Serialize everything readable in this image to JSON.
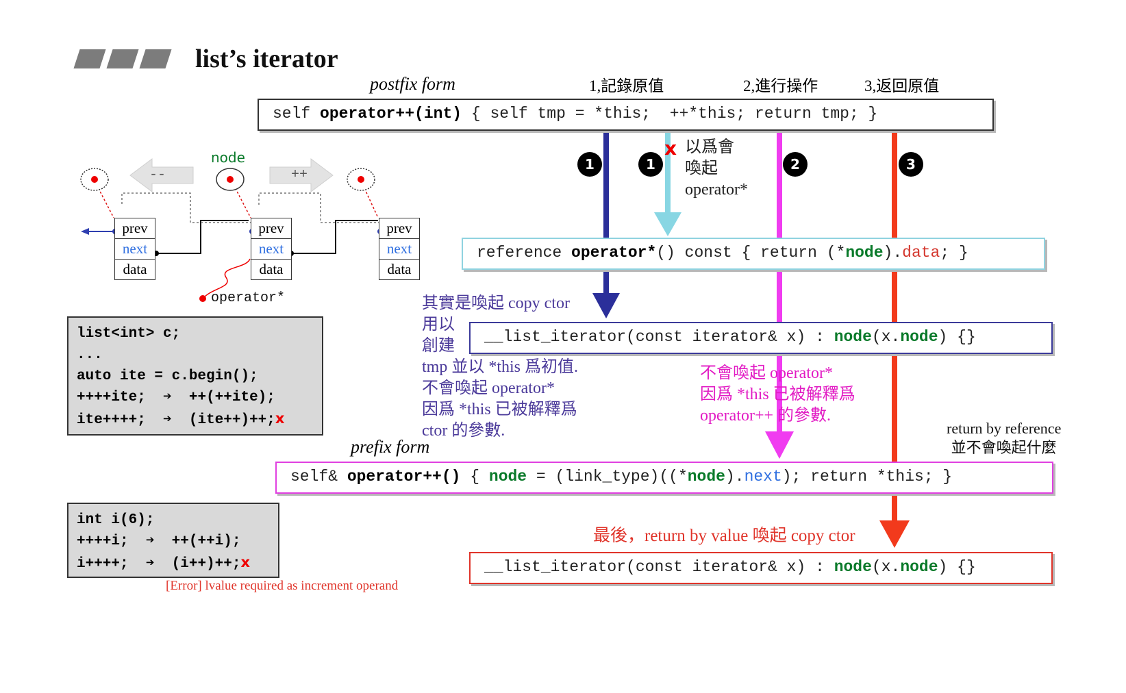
{
  "title": "list’s iterator",
  "postfix_label": "postfix form",
  "prefix_label": "prefix form",
  "steps": {
    "s1": "1,記錄原值",
    "s2": "2,進行操作",
    "s3": "3,返回原值"
  },
  "circle_labels": [
    "1",
    "1",
    "2",
    "3"
  ],
  "postfix_code": {
    "p1": "self ",
    "p2": "operator++(int)",
    "p3": " { self tmp = *this;  ++*this; return tmp; }"
  },
  "deref_code": {
    "p1": "reference ",
    "p2": "operator*",
    "p3": "() const { return (*",
    "p4": "node",
    "p5": ").",
    "p6": "data",
    "p7": "; }"
  },
  "copy_ctor_code": {
    "p1": "__list_iterator(const iterator& x) : ",
    "p2": "node",
    "p3": "(x.",
    "p4": "node",
    "p5": ") {}"
  },
  "prefix_code": {
    "p1": "self& ",
    "p2": "operator++()",
    "p3": " { ",
    "p4": "node",
    "p5": " = (link_type)((*",
    "p6": "node",
    "p7": ").",
    "p8": "next",
    "p9": "); return *this; }"
  },
  "mistaken_note": {
    "mark": "x",
    "text": "以爲會\n喚起\noperator*"
  },
  "purple_note": "其實是喚起 copy ctor\n用以\n創建\ntmp 並以 *this 爲初值.\n不會喚起 operator*\n因爲 *this 已被解釋爲\nctor 的參數.",
  "pink_note": "不會喚起 operator*\n因爲 *this 已被解釋爲\noperator++ 的參數.",
  "return_ref_note": "return by reference\n並不會喚起什麼",
  "final_note": "最後，return by value 喚起 copy ctor",
  "error_note": "[Error] lvalue required as increment operand",
  "list_diagram": {
    "node_label": "node",
    "decrement": "--",
    "increment": "++",
    "deref_label": "operator*",
    "fields": [
      "prev",
      "next",
      "data"
    ]
  },
  "box1_lines": [
    "list<int> c;",
    "...",
    "auto ite = c.begin();",
    "++++ite;  ➔  ++(++ite);",
    "ite++++;  ➔  (ite++)++;"
  ],
  "box2_lines": [
    "int i(6);",
    "++++i;  ➔  ++(++i);",
    "i++++;  ➔  (i++)++;"
  ],
  "x_mark": "x",
  "colors": {
    "step1": "#2b2f9a",
    "step1_light": "#88d6e3",
    "step2": "#f03cf0",
    "step3": "#f23a1c",
    "node_green": "#0a7a2a",
    "field_blue": "#2f6fe0"
  }
}
